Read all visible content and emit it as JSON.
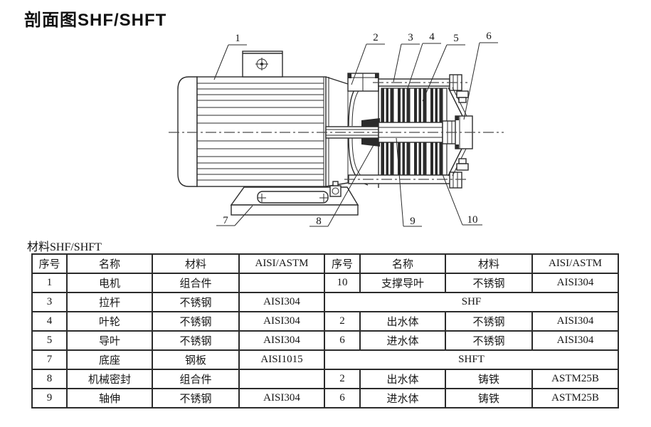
{
  "title": "剖面图SHF/SHFT",
  "colors": {
    "ink": "#2b2b2b",
    "background": "#ffffff"
  },
  "diagram": {
    "description": "卧式多级离心泵剖面图",
    "callouts": [
      "1",
      "2",
      "3",
      "4",
      "5",
      "6",
      "7",
      "8",
      "9",
      "10"
    ]
  },
  "table": {
    "label": "材料SHF/SHFT",
    "headers": [
      "序号",
      "名称",
      "材料",
      "AISI/ASTM",
      "序号",
      "名称",
      "材料",
      "AISI/ASTM"
    ],
    "rows": [
      {
        "left": [
          "1",
          "电机",
          "组合件",
          ""
        ],
        "right": {
          "cells": [
            "10",
            "支撑导叶",
            "不锈钢",
            "AISI304"
          ]
        }
      },
      {
        "left": [
          "3",
          "拉杆",
          "不锈钢",
          "AISI304"
        ],
        "right": {
          "merged": "SHF"
        }
      },
      {
        "left": [
          "4",
          "叶轮",
          "不锈钢",
          "AISI304"
        ],
        "right": {
          "cells": [
            "2",
            "出水体",
            "不锈钢",
            "AISI304"
          ]
        }
      },
      {
        "left": [
          "5",
          "导叶",
          "不锈钢",
          "AISI304"
        ],
        "right": {
          "cells": [
            "6",
            "进水体",
            "不锈钢",
            "AISI304"
          ]
        }
      },
      {
        "left": [
          "7",
          "底座",
          "钢板",
          "AISI1015"
        ],
        "right": {
          "merged": "SHFT"
        }
      },
      {
        "left": [
          "8",
          "机械密封",
          "组合件",
          ""
        ],
        "right": {
          "cells": [
            "2",
            "出水体",
            "铸铁",
            "ASTM25B"
          ]
        }
      },
      {
        "left": [
          "9",
          "轴伸",
          "不锈钢",
          "AISI304"
        ],
        "right": {
          "cells": [
            "6",
            "进水体",
            "铸铁",
            "ASTM25B"
          ]
        }
      }
    ]
  }
}
